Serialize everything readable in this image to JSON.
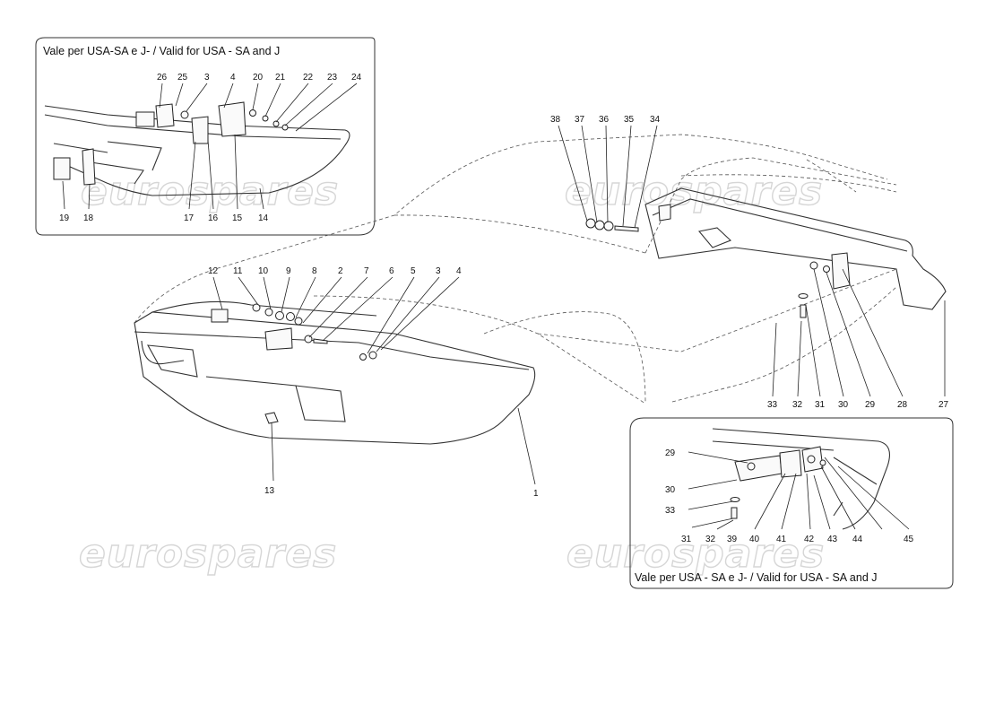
{
  "captions": {
    "top_left": "Vale per USA-SA e J- / Valid for USA - SA and J",
    "bottom_right": "Vale per USA - SA e J- / Valid for USA - SA and J"
  },
  "watermark": "eurospares",
  "callouts": {
    "inset_top_left": [
      "26",
      "25",
      "3",
      "4",
      "20",
      "21",
      "22",
      "23",
      "24",
      "19",
      "18",
      "17",
      "16",
      "15",
      "14"
    ],
    "front": [
      "12",
      "11",
      "10",
      "9",
      "8",
      "2",
      "7",
      "6",
      "5",
      "3",
      "4",
      "13",
      "1"
    ],
    "rear": [
      "38",
      "37",
      "36",
      "35",
      "34",
      "33",
      "32",
      "31",
      "30",
      "29",
      "28",
      "27"
    ],
    "inset_bottom_right": [
      "29",
      "30",
      "33",
      "31",
      "32",
      "39",
      "40",
      "41",
      "42",
      "43",
      "44",
      "45"
    ]
  }
}
